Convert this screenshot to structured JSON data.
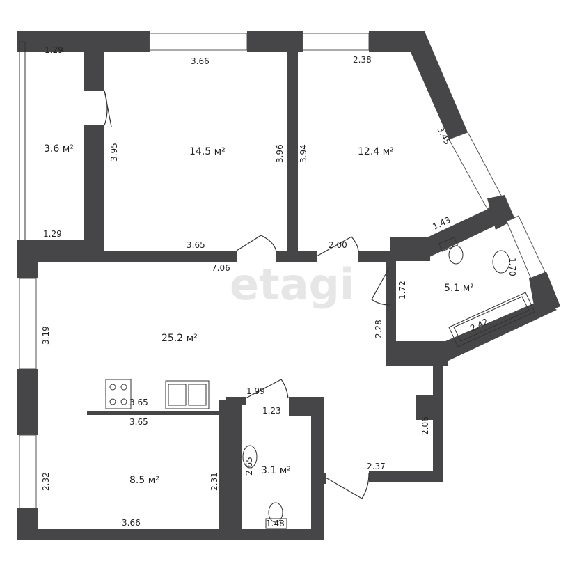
{
  "watermark": "etagi",
  "rooms": {
    "balcony": "3.6 м²",
    "bedroom_left": "14.5 м²",
    "bedroom_right": "12.4 м²",
    "bathroom": "5.1 м²",
    "living": "25.2 м²",
    "kitchen": "8.5 м²",
    "toilet": "3.1 м²"
  },
  "dimensions": {
    "balcony_top": "1.29",
    "balcony_bottom": "1.29",
    "balcony_side": "3.95",
    "bedroom_left_top": "3.66",
    "bedroom_left_bottom": "3.65",
    "bedroom_left_right": "3.96",
    "bedroom_right_top": "2.38",
    "bedroom_right_left": "3.94",
    "bedroom_right_diag": "3.45",
    "bedroom_right_bottom": "2.00",
    "bath_top": "1.43",
    "bath_left": "1.72",
    "bath_right": "1.70",
    "bath_tub": "2.42",
    "living_top": "7.06",
    "living_left": "3.19",
    "living_right": "2.28",
    "hall_right": "2.06",
    "hall_bottom": "2.37",
    "hall_top": "1.99",
    "kitchen_counter_top": "3.65",
    "kitchen_counter_bottom": "3.65",
    "kitchen_left": "2.32",
    "kitchen_right": "2.31",
    "kitchen_bottom": "3.66",
    "toilet_top": "1.23",
    "toilet_side": "2.65",
    "toilet_bottom": "1.48"
  }
}
